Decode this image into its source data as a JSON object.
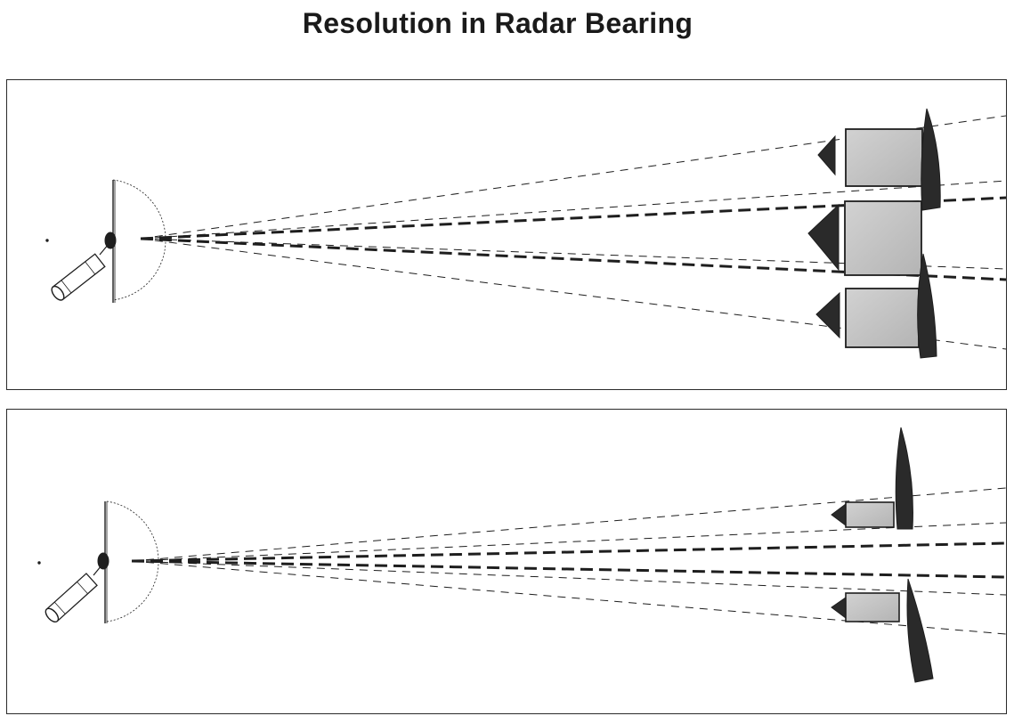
{
  "title": "Resolution in Radar Bearing",
  "colors": {
    "ink": "#1e1e1e",
    "target_fill": "#c9c9c9",
    "dark_fill": "#2a2a2a"
  },
  "panels": [
    {
      "id": "unresolved",
      "targets": 3,
      "beam": "wide"
    },
    {
      "id": "resolved",
      "targets": 2,
      "beam": "narrow"
    }
  ]
}
